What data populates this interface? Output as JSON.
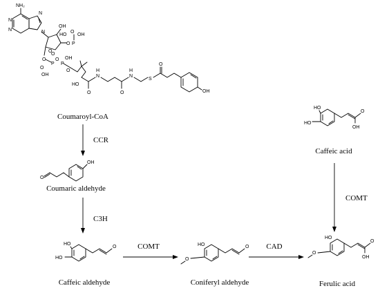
{
  "compounds": {
    "coumaroyl_coa": "Coumaroyl-CoA",
    "coumaric_aldehyde": "Coumaric aldehyde",
    "caffeic_aldehyde": "Caffeic aldehyde",
    "coniferyl_aldehyde": "Coniferyl aldehyde",
    "ferulic_acid": "Ferulic acid",
    "caffeic_acid": "Caffeic acid"
  },
  "enzymes": {
    "ccr": "CCR",
    "c3h": "C3H",
    "comt_1": "COMT",
    "cad": "CAD",
    "comt_2": "COMT"
  },
  "atoms": {
    "nh2": "NH₂",
    "n": "N",
    "o": "O",
    "oh": "OH",
    "ho": "HO",
    "p": "P",
    "h": "H",
    "s": "S"
  }
}
